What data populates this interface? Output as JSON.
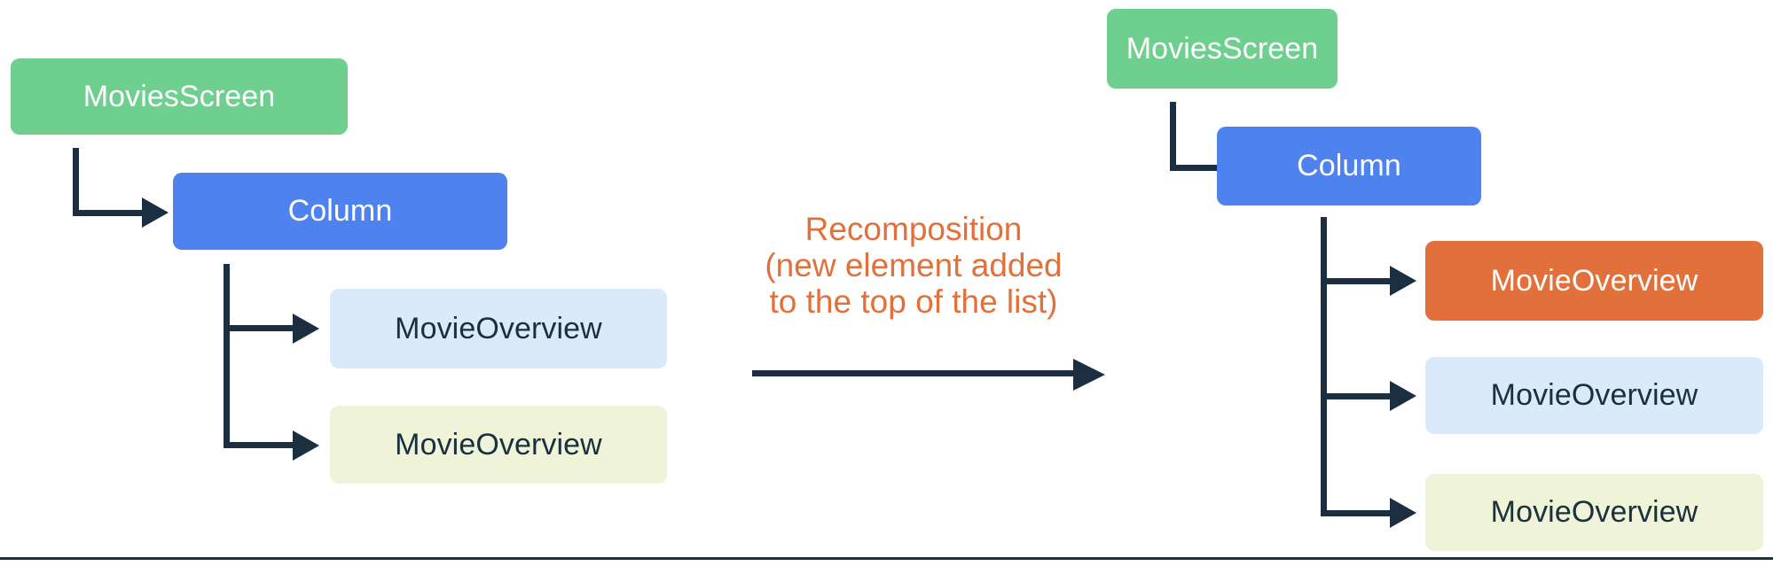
{
  "diagram": {
    "title_text": "Recomposition\n(new element added\nto the top of the list)",
    "colors": {
      "green": "#6ecf8e",
      "blue": "#4d82ef",
      "orange": "#e2703a",
      "light_blue": "#dbeafb",
      "light_yellow": "#eff3d7",
      "connector": "#1b2f40",
      "label_text": "#e2703a",
      "dark_text": "#19303f",
      "background": "#ffffff"
    },
    "before": {
      "root_label": "MoviesScreen",
      "container_label": "Column",
      "children": [
        {
          "label": "MovieOverview",
          "variant": "light-blue"
        },
        {
          "label": "MovieOverview",
          "variant": "light-yellow"
        }
      ]
    },
    "transition": {
      "line1": "Recomposition",
      "line2": "(new element added",
      "line3": "to the top of the list)",
      "arrow": "right-arrow"
    },
    "after": {
      "root_label": "MoviesScreen",
      "container_label": "Column",
      "children": [
        {
          "label": "MovieOverview",
          "variant": "orange"
        },
        {
          "label": "MovieOverview",
          "variant": "light-blue"
        },
        {
          "label": "MovieOverview",
          "variant": "light-yellow"
        }
      ]
    }
  }
}
